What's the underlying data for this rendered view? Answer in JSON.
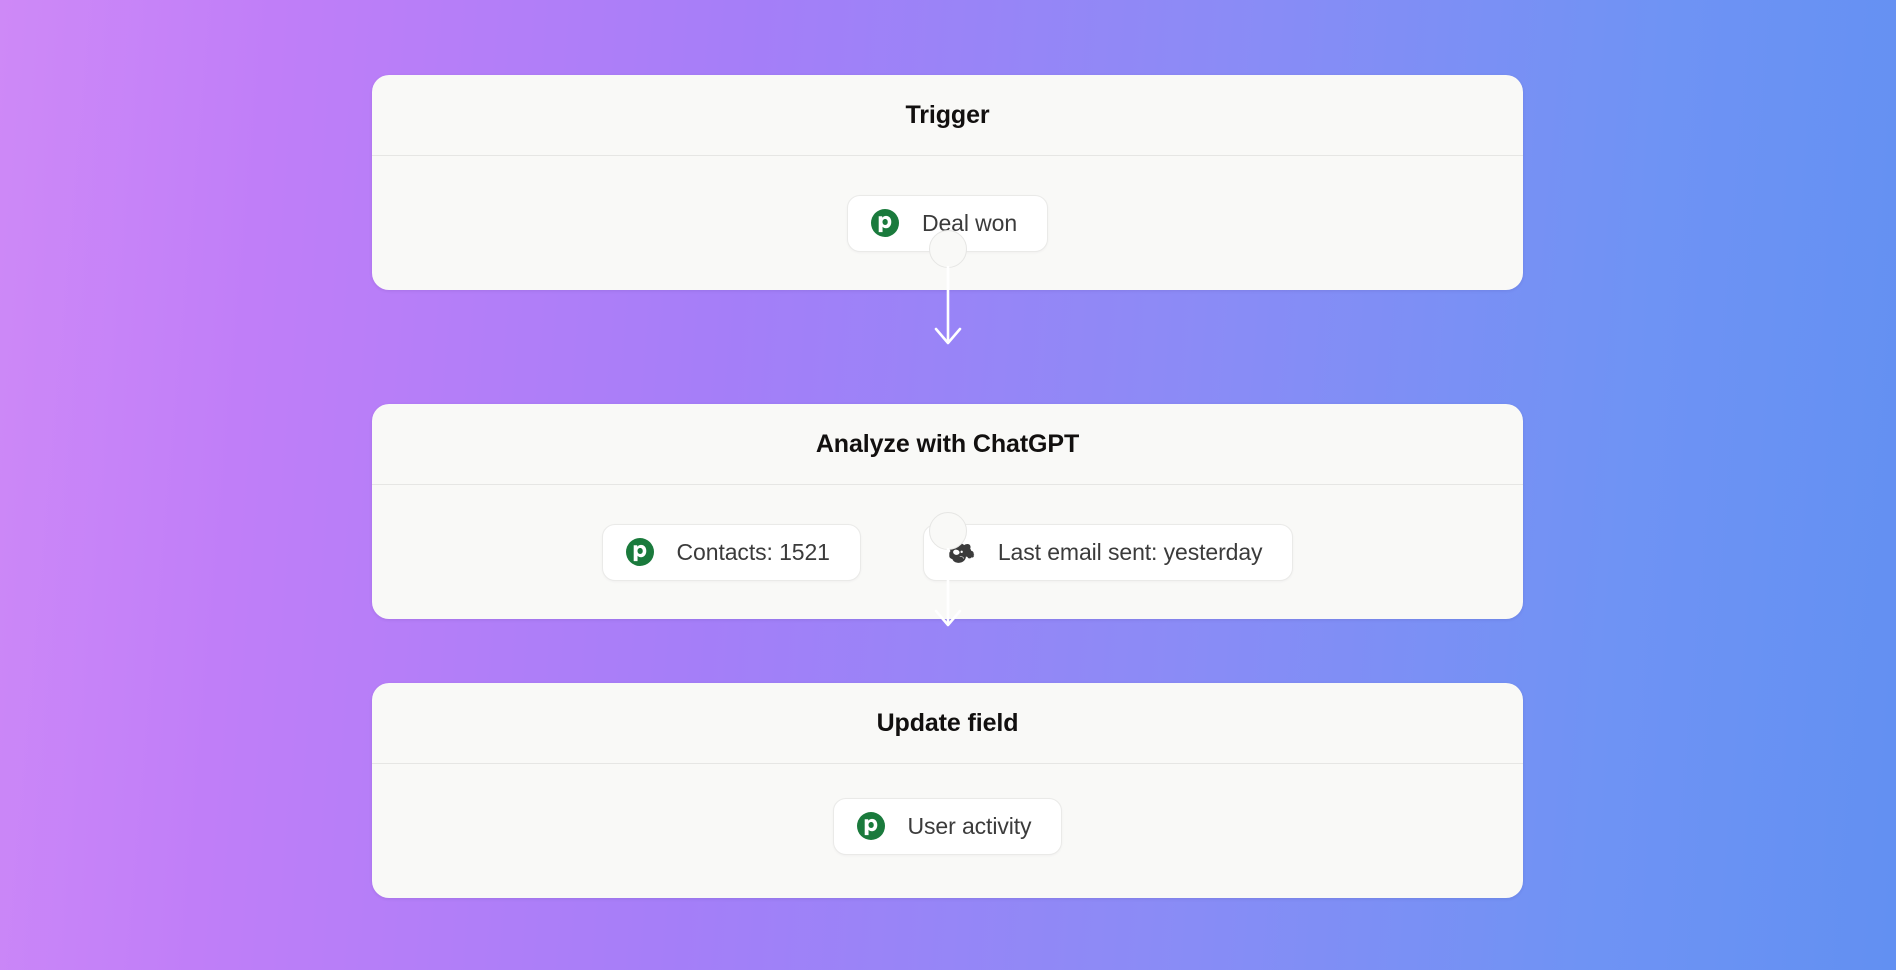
{
  "background": {
    "gradient_from": "#ce89f7",
    "gradient_to": "#6290f2",
    "direction": "horizontal-left-to-right"
  },
  "theme": {
    "card_bg": "#f9f9f7",
    "card_border": "#e6e6e4",
    "pill_bg": "#ffffff",
    "pill_border": "#eaeae8",
    "title_color": "#12100f",
    "label_color": "#3b3b3b",
    "pipedrive_green": "#1a7a3c",
    "mailchimp_dark": "#3b3b3b"
  },
  "workflow": {
    "nodes": [
      {
        "id": "trigger",
        "title": "Trigger",
        "chips": [
          {
            "icon": "pipedrive-icon",
            "label": "Deal won"
          }
        ]
      },
      {
        "id": "analyze",
        "title": "Analyze with ChatGPT",
        "chips": [
          {
            "icon": "pipedrive-icon",
            "label": "Contacts: 1521"
          },
          {
            "icon": "mailchimp-icon",
            "label": "Last email sent: yesterday"
          }
        ]
      },
      {
        "id": "update",
        "title": "Update field",
        "chips": [
          {
            "icon": "pipedrive-icon",
            "label": "User activity"
          }
        ]
      }
    ],
    "connectors": [
      {
        "id": "connector-1",
        "from": "trigger",
        "to": "analyze",
        "icon": "arrow-down-icon"
      },
      {
        "id": "connector-2",
        "from": "analyze",
        "to": "update",
        "icon": "arrow-down-icon"
      }
    ]
  }
}
